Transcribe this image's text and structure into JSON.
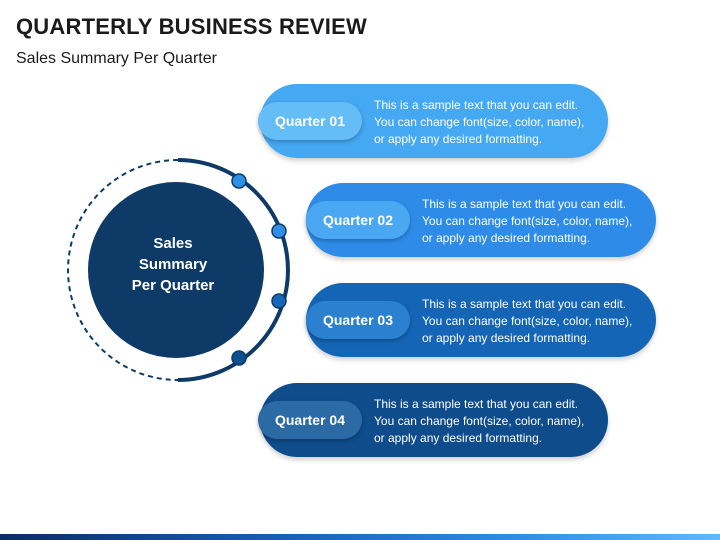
{
  "title": "QUARTERLY BUSINESS REVIEW",
  "subtitle": "Sales Summary Per Quarter",
  "center": {
    "label": "Sales\nSummary\nPer Quarter"
  },
  "quarters": [
    {
      "label": "Quarter 01",
      "text": "This is a sample text that you can edit.\nYou can change font(size, color, name),\nor apply any desired formatting.",
      "color": "#45a8f3",
      "tag_color": "#65bdf8"
    },
    {
      "label": "Quarter 02",
      "text": "This is a sample text that you can edit.\nYou can change font(size, color, name),\nor apply any desired formatting.",
      "color": "#2e8ce8",
      "tag_color": "#4aa7f2"
    },
    {
      "label": "Quarter 03",
      "text": "This is a sample text that you can edit.\nYou can change font(size, color, name),\nor apply any desired formatting.",
      "color": "#1565b6",
      "tag_color": "#2b80cf"
    },
    {
      "label": "Quarter 04",
      "text": "This is a sample text that you can edit.\nYou can change font(size, color, name),\nor apply any desired formatting.",
      "color": "#0f4c8c",
      "tag_color": "#2c6aa6"
    }
  ],
  "colors": {
    "center": "#0d3a66",
    "arc": "#0d3a66",
    "dot_light": "#2f8fe6",
    "dot_dark": "#0e4f8f"
  }
}
